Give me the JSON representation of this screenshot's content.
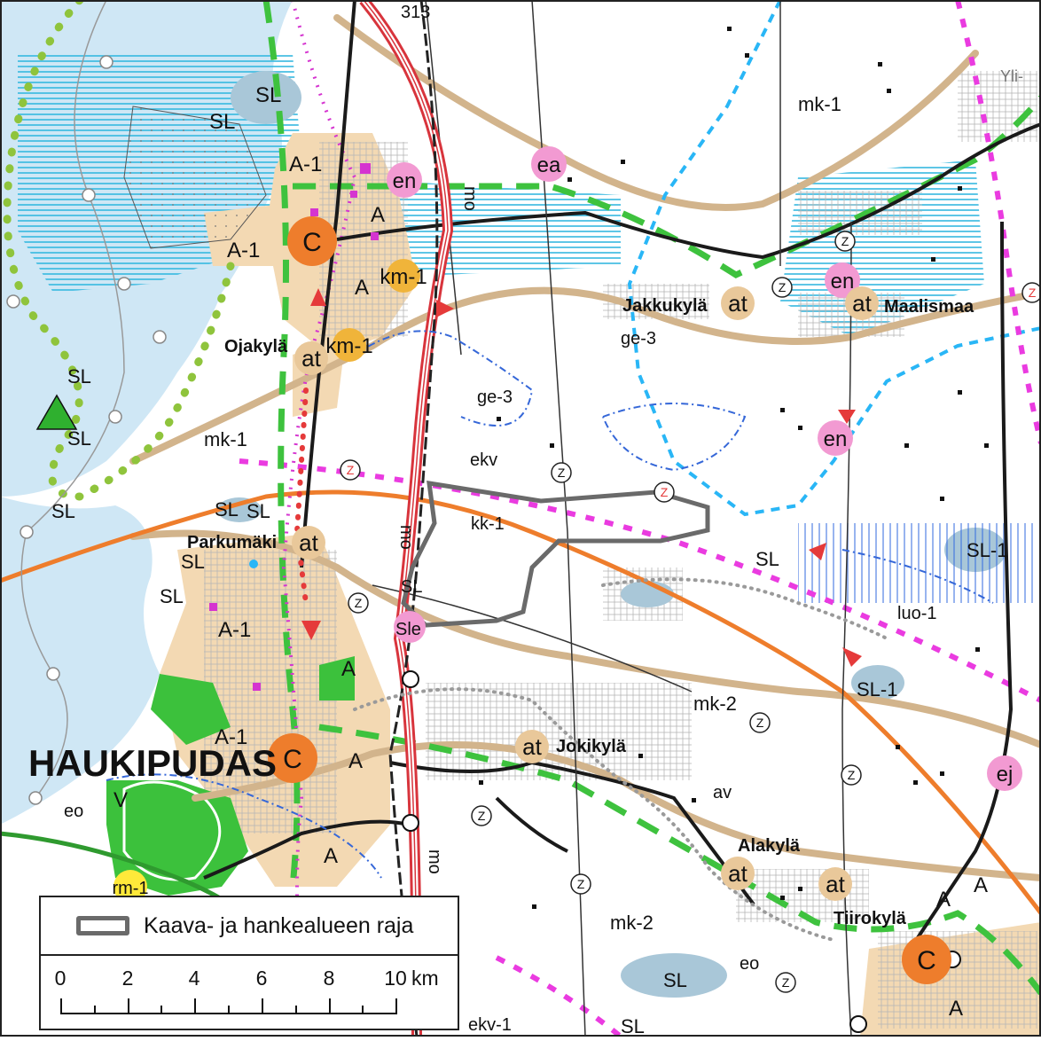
{
  "places": {
    "haukipudas": "HAUKIPUDAS",
    "jakkukyla": "Jakkukylä",
    "maalismaa": "Maalismaa",
    "ojakyla": "Ojakylä",
    "parkumaki": "Parkumäki",
    "jokikyla": "Jokikylä",
    "alakyla": "Alakylä",
    "tiirokyla": "Tiirokylä"
  },
  "codes": {
    "sl": "SL",
    "sl1": "SL-1",
    "a": "A",
    "a1": "A-1",
    "c": "C",
    "en": "en",
    "ea": "ea",
    "ej": "ej",
    "at": "at",
    "km1": "km-1",
    "mk1": "mk-1",
    "mk2": "mk-2",
    "mo": "mo",
    "ekv": "ekv",
    "ekv1": "ekv-1",
    "kk1": "kk-1",
    "ge3": "ge-3",
    "luo1": "luo-1",
    "eo": "eo",
    "v": "V",
    "av": "av",
    "rm1": "rm-1",
    "z": "Z",
    "road": "313",
    "sle": "Sle",
    "yli": "Yli-"
  },
  "legend": {
    "boundary_label": "Kaava- ja hankealueen raja",
    "scale_ticks": [
      "0",
      "2",
      "4",
      "6",
      "8",
      "10"
    ],
    "scale_unit": "km"
  },
  "colors": {
    "sea": "#cfe7f5",
    "residential": "#f3d9b3",
    "green_area": "#3cc13c",
    "orange_center": "#ee7d2c",
    "pink_en": "#f29ad2",
    "tan_line": "#d2b48c",
    "green_dash": "#3ec23e",
    "cyan_boundary": "#29b6f6",
    "magenta_boundary": "#ea3be0",
    "project_boundary": "#6a6a6a",
    "railway": "#d8343c",
    "orange_line": "#ee7d2c"
  }
}
